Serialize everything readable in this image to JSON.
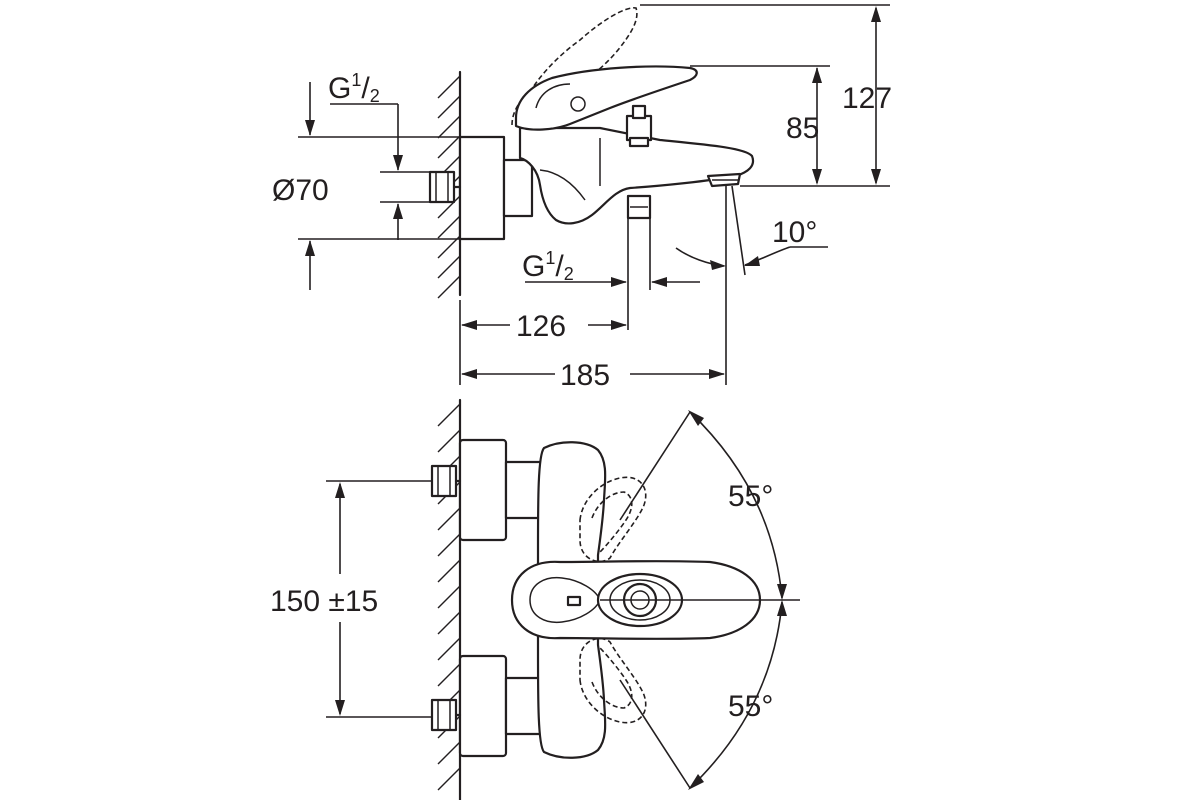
{
  "dimensions": {
    "connection_label_left": {
      "main": "G",
      "num": "1",
      "sep": "/",
      "den": "2"
    },
    "rosette_diameter": "Ø70",
    "connection_label_outlet": {
      "main": "G",
      "num": "1",
      "sep": "/",
      "den": "2"
    },
    "height_total": "127",
    "height_spout": "85",
    "spout_angle": "10°",
    "depth_outlet": "126",
    "depth_total": "185",
    "centers": "150 ±15",
    "lever_angle_upper": "55°",
    "lever_angle_lower": "55°"
  }
}
